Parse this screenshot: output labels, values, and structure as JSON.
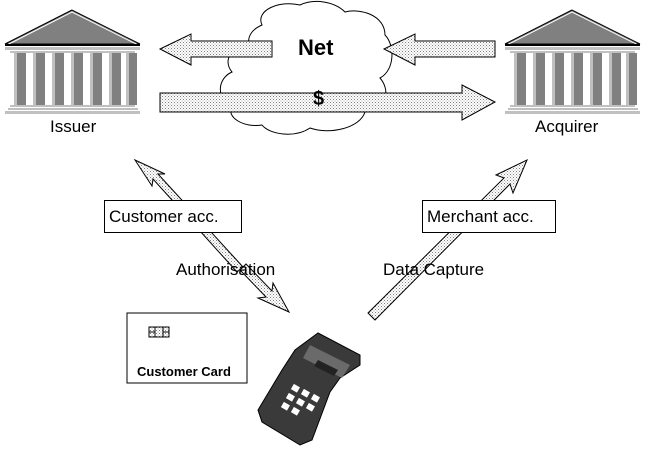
{
  "diagram": {
    "title": "Card payment flow",
    "nodes": {
      "issuer": {
        "label": "Issuer",
        "icon": "bank-building-icon"
      },
      "acquirer": {
        "label": "Acquirer",
        "icon": "bank-building-icon"
      },
      "network": {
        "label": "Net",
        "icon": "cloud-icon"
      },
      "terminal": {
        "label": "",
        "icon": "payment-terminal-icon"
      },
      "card": {
        "label": "Customer Card",
        "icon": "chip-icon"
      }
    },
    "edges": {
      "net_to_issuer": {
        "from": "network",
        "to": "issuer",
        "label": ""
      },
      "acquirer_to_net": {
        "from": "acquirer",
        "to": "network",
        "label": ""
      },
      "money_flow": {
        "from": "issuer",
        "to": "acquirer",
        "label": "$"
      },
      "authorisation": {
        "from": "terminal",
        "to": "issuer",
        "label": "Authorisation",
        "bidirectional": true
      },
      "data_capture": {
        "from": "terminal",
        "to": "acquirer",
        "label": "Data Capture"
      }
    },
    "boxes": {
      "customer_account": "Customer acc.",
      "merchant_account": "Merchant acc."
    },
    "colors": {
      "arrow_fill": "#d8d8d8",
      "building_dark": "#808080",
      "building_light": "#c0c0c0",
      "outline": "#000000"
    }
  }
}
